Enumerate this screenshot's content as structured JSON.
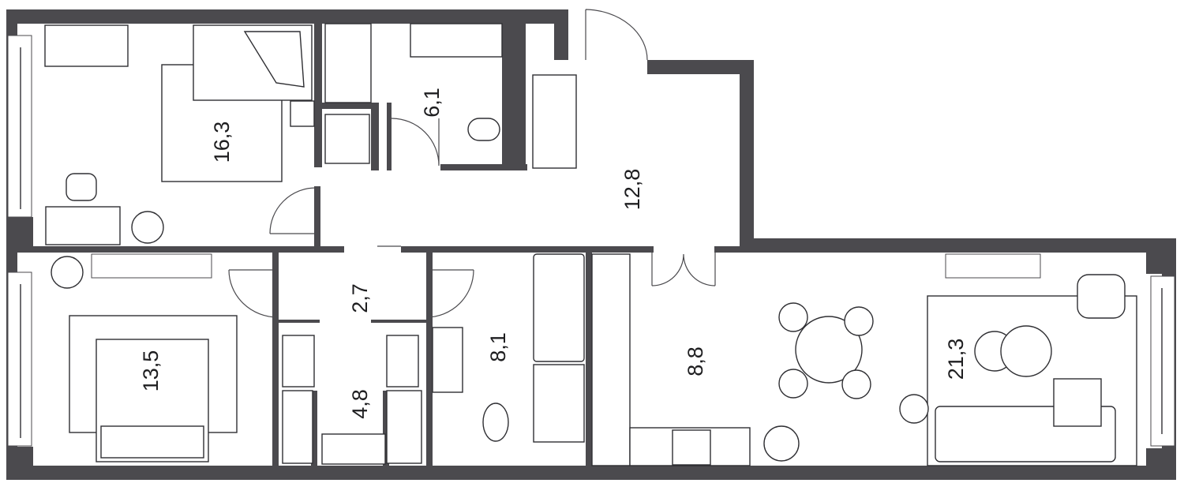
{
  "plan": {
    "wall_color": "#4b4a4e",
    "rooms": [
      {
        "id": "bedroom-1",
        "area": "16,3"
      },
      {
        "id": "bathroom-1",
        "area": "6,1"
      },
      {
        "id": "hallway",
        "area": "12,8"
      },
      {
        "id": "corridor",
        "area": "2,7"
      },
      {
        "id": "bedroom-2",
        "area": "13,5"
      },
      {
        "id": "wardrobe",
        "area": "4,8"
      },
      {
        "id": "bathroom-2",
        "area": "8,1"
      },
      {
        "id": "kitchen",
        "area": "8,8"
      },
      {
        "id": "living-room",
        "area": "21,3"
      }
    ]
  }
}
